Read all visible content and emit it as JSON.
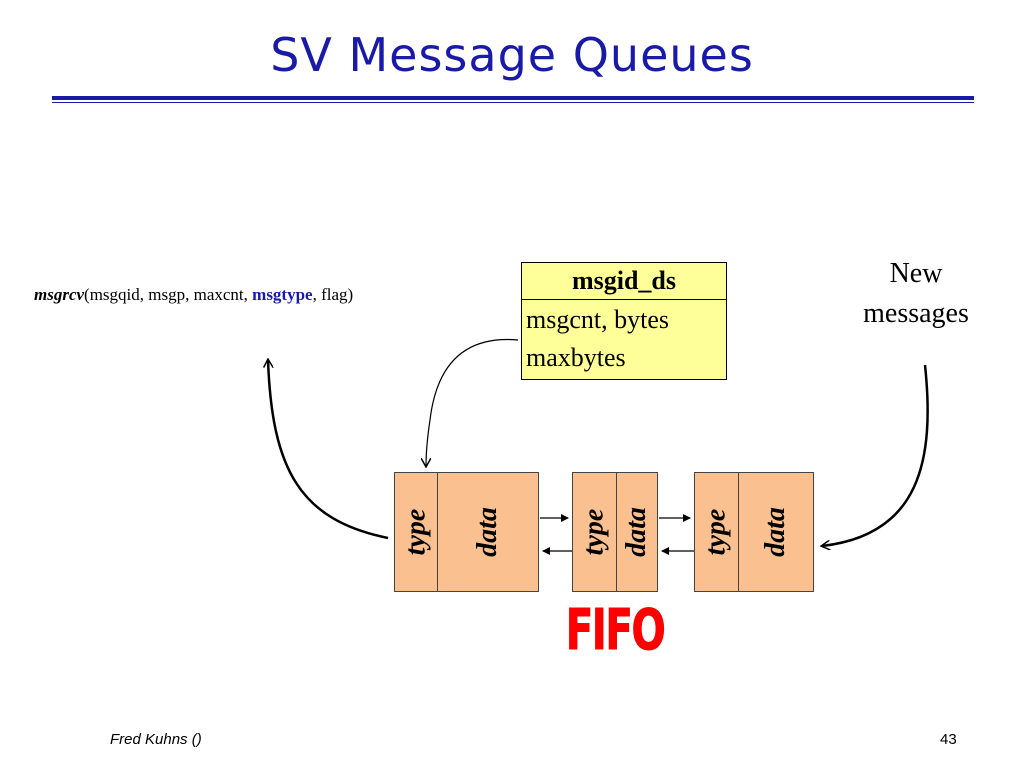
{
  "slide": {
    "title": "SV Message Queues",
    "footer_author": "Fred Kuhns ()",
    "page_number": "43"
  },
  "call": {
    "function": "msgrcv",
    "args_before": "(msgqid, msgp, maxcnt, ",
    "highlight": "msgtype",
    "args_after": ", flag)"
  },
  "struct": {
    "name": "msgid_ds",
    "lines": [
      "msgcnt, bytes",
      "maxbytes"
    ]
  },
  "incoming": {
    "line1": "New",
    "line2": "messages"
  },
  "queue": {
    "nodes": [
      {
        "type": "type",
        "data": "data"
      },
      {
        "type": "type",
        "data": "data"
      },
      {
        "type": "type",
        "data": "data"
      }
    ],
    "label": "FIFO"
  },
  "colors": {
    "title": "#1a1aa8",
    "node_fill": "#fac090",
    "struct_fill": "#ffff99",
    "fifo": "#ff0000"
  }
}
